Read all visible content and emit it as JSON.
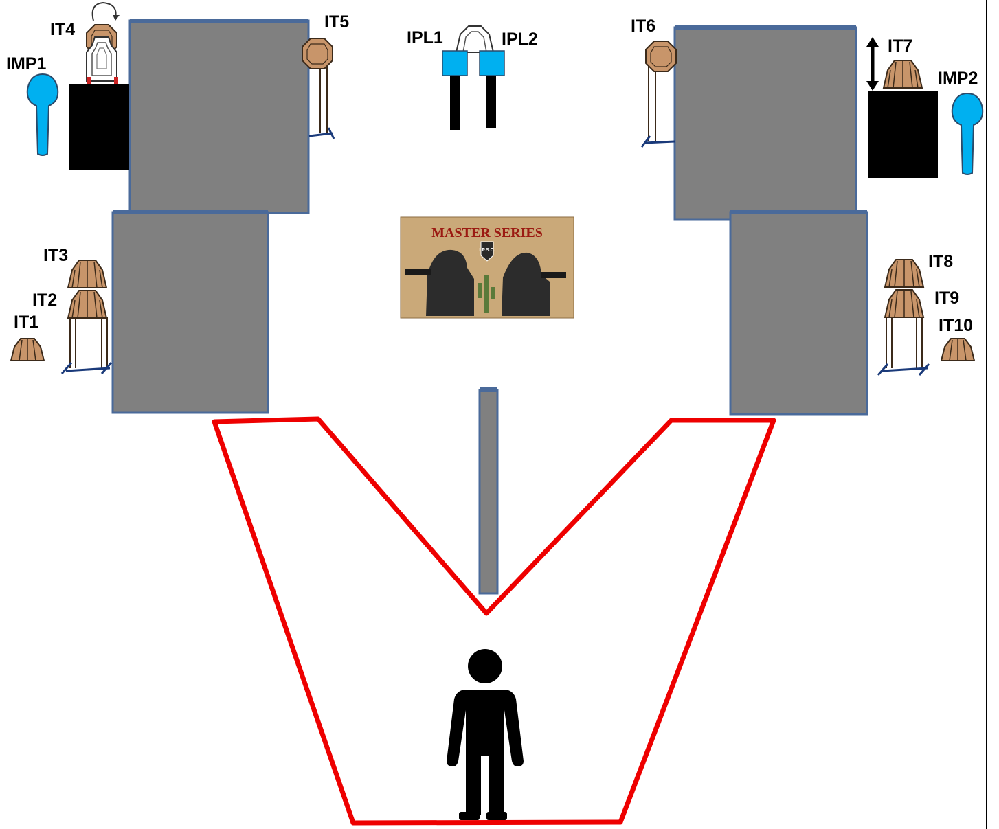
{
  "labels": {
    "it1": "IT1",
    "it2": "IT2",
    "it3": "IT3",
    "it4": "IT4",
    "it5": "IT5",
    "it6": "IT6",
    "it7": "IT7",
    "it8": "IT8",
    "it9": "IT9",
    "it10": "IT10",
    "imp1": "IMP1",
    "imp2": "IMP2",
    "ipl1": "IPL1",
    "ipl2": "IPL2"
  },
  "logo": {
    "title": "MASTER SERIES",
    "badge": "I.P.S.C."
  },
  "colors": {
    "wall_fill": "#808080",
    "wall_edge": "#4a6a9a",
    "fault_line": "#ee0000",
    "steel_target": "#c8956a",
    "no_shoot": "#00b0f0",
    "barrel": "#000000",
    "stand": "#1a3a7a",
    "background": "#ffffff"
  }
}
